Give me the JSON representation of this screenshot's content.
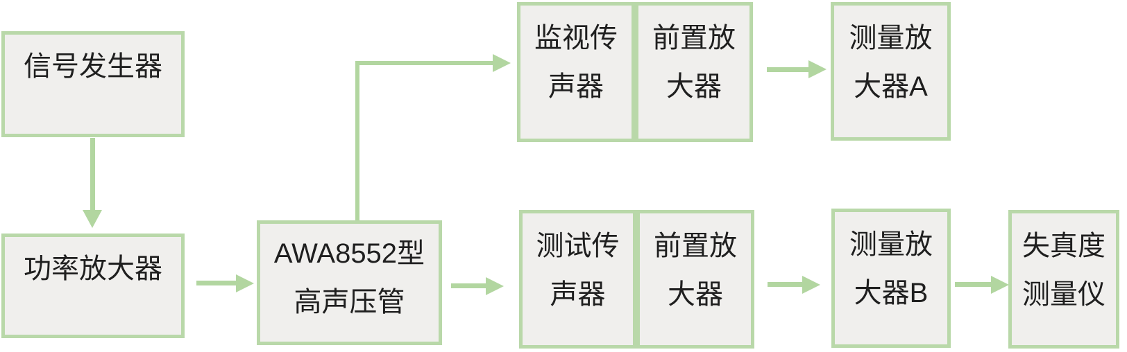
{
  "diagram": {
    "type": "flowchart",
    "colors": {
      "background": "#ffffff",
      "node_fill": "#f0efed",
      "node_border": "#b9d8a9",
      "arrow": "#b2d6a0",
      "text": "#1f1f1f"
    },
    "nodes": [
      {
        "id": "signal-generator",
        "lines": [
          "信号发生器"
        ]
      },
      {
        "id": "power-amplifier",
        "lines": [
          "功率放大器"
        ]
      },
      {
        "id": "awa8552-tube",
        "lines": [
          "AWA8552型",
          "高声压管"
        ]
      },
      {
        "id": "monitor-microphone",
        "lines": [
          "监视传",
          "声器"
        ]
      },
      {
        "id": "preamplifier-top",
        "lines": [
          "前置放",
          "大器"
        ]
      },
      {
        "id": "measuring-amplifier-a",
        "lines": [
          "测量放",
          "大器A"
        ]
      },
      {
        "id": "test-microphone",
        "lines": [
          "测试传",
          "声器"
        ]
      },
      {
        "id": "preamplifier-bottom",
        "lines": [
          "前置放",
          "大器"
        ]
      },
      {
        "id": "measuring-amplifier-b",
        "lines": [
          "测量放",
          "大器B"
        ]
      },
      {
        "id": "distortion-meter",
        "lines": [
          "失真度",
          "测量仪"
        ]
      }
    ],
    "edges": [
      {
        "from": "signal-generator",
        "to": "power-amplifier",
        "style": "arrow-down"
      },
      {
        "from": "power-amplifier",
        "to": "awa8552-tube",
        "style": "arrow-right"
      },
      {
        "from": "awa8552-tube",
        "to": "monitor-microphone",
        "style": "elbow-up-right-arrow"
      },
      {
        "from": "preamplifier-top",
        "to": "measuring-amplifier-a",
        "style": "arrow-right"
      },
      {
        "from": "awa8552-tube",
        "to": "test-microphone",
        "style": "arrow-right"
      },
      {
        "from": "preamplifier-bottom",
        "to": "measuring-amplifier-b",
        "style": "arrow-right"
      },
      {
        "from": "measuring-amplifier-b",
        "to": "distortion-meter",
        "style": "arrow-right"
      }
    ]
  }
}
